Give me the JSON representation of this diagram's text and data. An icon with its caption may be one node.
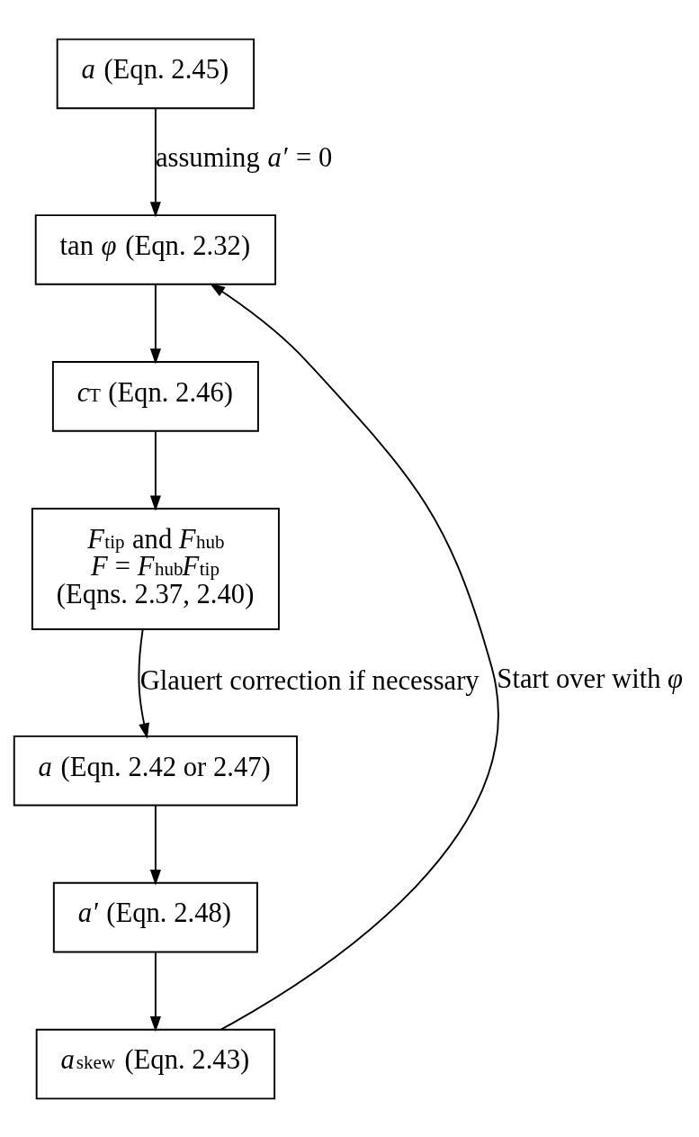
{
  "diagram": {
    "nodes": [
      {
        "text": [
          "*a* (Eqn. 2.45)"
        ]
      },
      {
        "text": [
          "tan *φ* (Eqn. 2.32)"
        ]
      },
      {
        "text": [
          "*c*$_{T}$ (Eqn. 2.46)"
        ]
      },
      {
        "text": [
          "*F*$_{tip}$ and *F*$_{hub}$",
          "*F* = *F*$_{hub}$*F*$_{tip}$",
          "(Eqns. 2.37, 2.40)"
        ]
      },
      {
        "text": [
          "*a* (Eqn. 2.42 or 2.47)"
        ]
      },
      {
        "text": [
          "*a*′ (Eqn. 2.48)"
        ]
      },
      {
        "text": [
          "*a*$_{skew}$ (Eqn. 2.43)"
        ]
      }
    ],
    "edges": [
      {
        "from": 0,
        "to": 1,
        "arrow": "to",
        "label": "assuming *a*′ = 0"
      },
      {
        "from": 1,
        "to": 2,
        "arrow": "to"
      },
      {
        "from": 2,
        "to": 3,
        "arrow": "to"
      },
      {
        "from": 3,
        "to": 4,
        "arrow": "to",
        "label": "Glauert correction if necessary"
      },
      {
        "from": 4,
        "to": 5,
        "arrow": "to"
      },
      {
        "from": 5,
        "to": 6,
        "arrow": "to"
      },
      {
        "from": 6,
        "to": 1,
        "arrow": "to",
        "label": "Start over with *φ*"
      }
    ]
  }
}
